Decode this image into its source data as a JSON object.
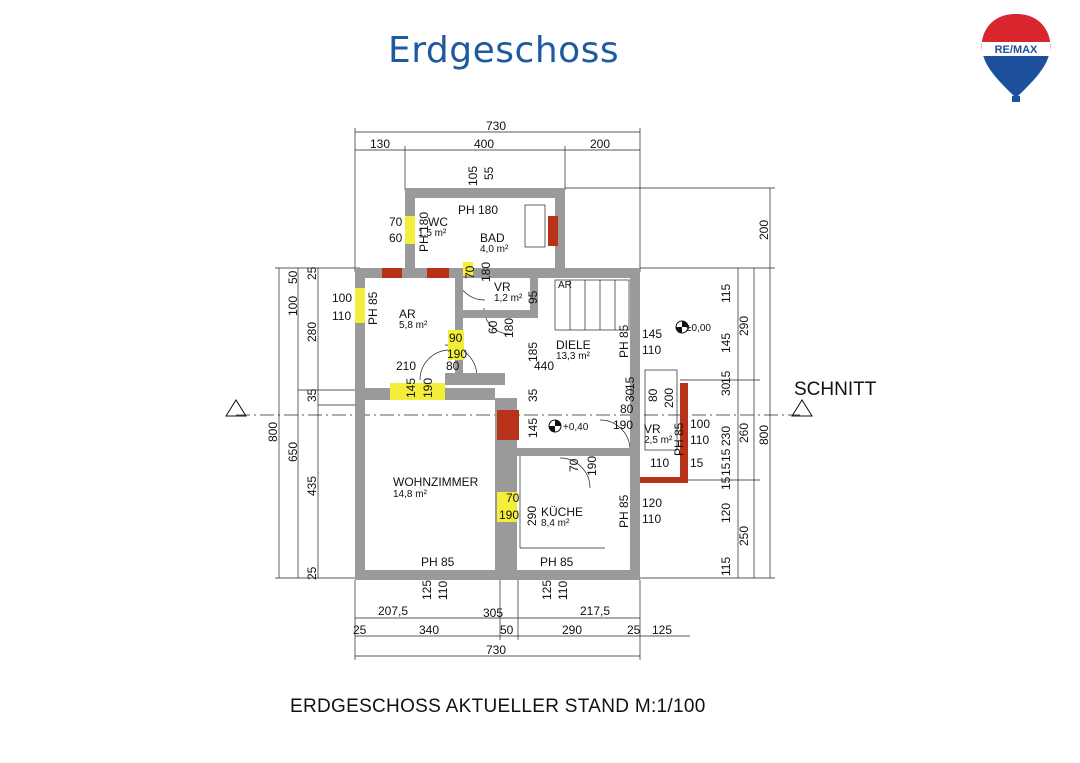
{
  "page": {
    "title": "Erdgeschoss",
    "caption": "ERDGESCHOSS AKTUELLER STAND  M:1/100",
    "logo_text": "RE/MAX"
  },
  "colors": {
    "title_blue": "#1f5aa0",
    "wall_gray": "#9a9a9a",
    "chimney_red": "#b8321a",
    "window_yellow": "#f2ee3a",
    "logo_red": "#d8252e",
    "logo_blue": "#1e4f9c"
  },
  "icons": [
    "level-marker-icon",
    "section-arrow-icon",
    "remax-balloon-logo-icon"
  ],
  "rooms": {
    "wc": {
      "label": "WC",
      "area": "1,5 m²"
    },
    "bad": {
      "label": "BAD",
      "area": "4,0 m²"
    },
    "vr_top": {
      "label": "VR",
      "area": "1,2 m²"
    },
    "ar": {
      "label": "AR",
      "area": "5,8 m²"
    },
    "diele": {
      "label": "DIELE",
      "area": "13,3 m²"
    },
    "vr_right": {
      "label": "VR",
      "area": "2,5 m²"
    },
    "wohnzimmer": {
      "label": "WOHNZIMMER",
      "area": "14,8 m²"
    },
    "kueche": {
      "label": "KÜCHE",
      "area": "8,4 m²"
    },
    "stair_label": "AR"
  },
  "section": {
    "label": "SCHNITT"
  },
  "levels": {
    "zero": "±0,00",
    "minus": "+0,40"
  },
  "dims": {
    "top_total": "730",
    "top_a": "130",
    "top_b": "400",
    "top_c": "200",
    "bad_105": "105",
    "bad_55": "55",
    "ph180_top": "PH 180",
    "ph180_side": "PH 180",
    "wc_70": "70",
    "wc_60": "60",
    "vr_70": "70",
    "vr_180": "180",
    "r200": "200",
    "r115a": "115",
    "r145": "145",
    "r290": "290",
    "l50": "50",
    "l25a": "25",
    "l100": "100",
    "l280": "280",
    "l35": "35",
    "l800": "800",
    "l650": "650",
    "l435": "435",
    "l25b": "25",
    "ar_100": "100",
    "ar_110": "110",
    "ar_ph85": "PH 85",
    "dr_90": "90",
    "dr_190": "190",
    "ar_60": "60",
    "ar_180": "180",
    "diele_185": "185",
    "diele_95": "95",
    "diele_440": "440",
    "d210": "210",
    "d80a": "80",
    "d145": "145",
    "d190": "190",
    "d35": "35",
    "ph85_diele": "PH 85",
    "d145b": "145",
    "d110b": "110",
    "d80c": "80",
    "d200": "200",
    "d15": "15",
    "d30": "30",
    "d80d": "80",
    "d190d": "190",
    "d145c": "145",
    "ph85_vr": "PH 85",
    "d100": "100",
    "d110c": "110",
    "d110d": "110",
    "d15b": "15",
    "d15c": "15",
    "d15d": "15",
    "k70": "70",
    "k190": "190",
    "w70": "70",
    "w190": "190",
    "k290": "290",
    "ph85_k": "PH 85",
    "k120": "120",
    "k110": "110",
    "r230": "230",
    "r260": "260",
    "r800": "800",
    "r120": "120",
    "r250": "250",
    "r115b": "115",
    "r15": "15",
    "r15b": "15",
    "r30": "30",
    "ph85_w": "PH 85",
    "ph85_kb": "PH 85",
    "b125a": "125",
    "b110a": "110",
    "b125b": "125",
    "b110b": "110",
    "b2075": "207,5",
    "b305": "305",
    "b2175": "217,5",
    "b25a": "25",
    "b340": "340",
    "b50": "50",
    "b290": "290",
    "b25b": "25",
    "b125": "125",
    "b730": "730"
  }
}
